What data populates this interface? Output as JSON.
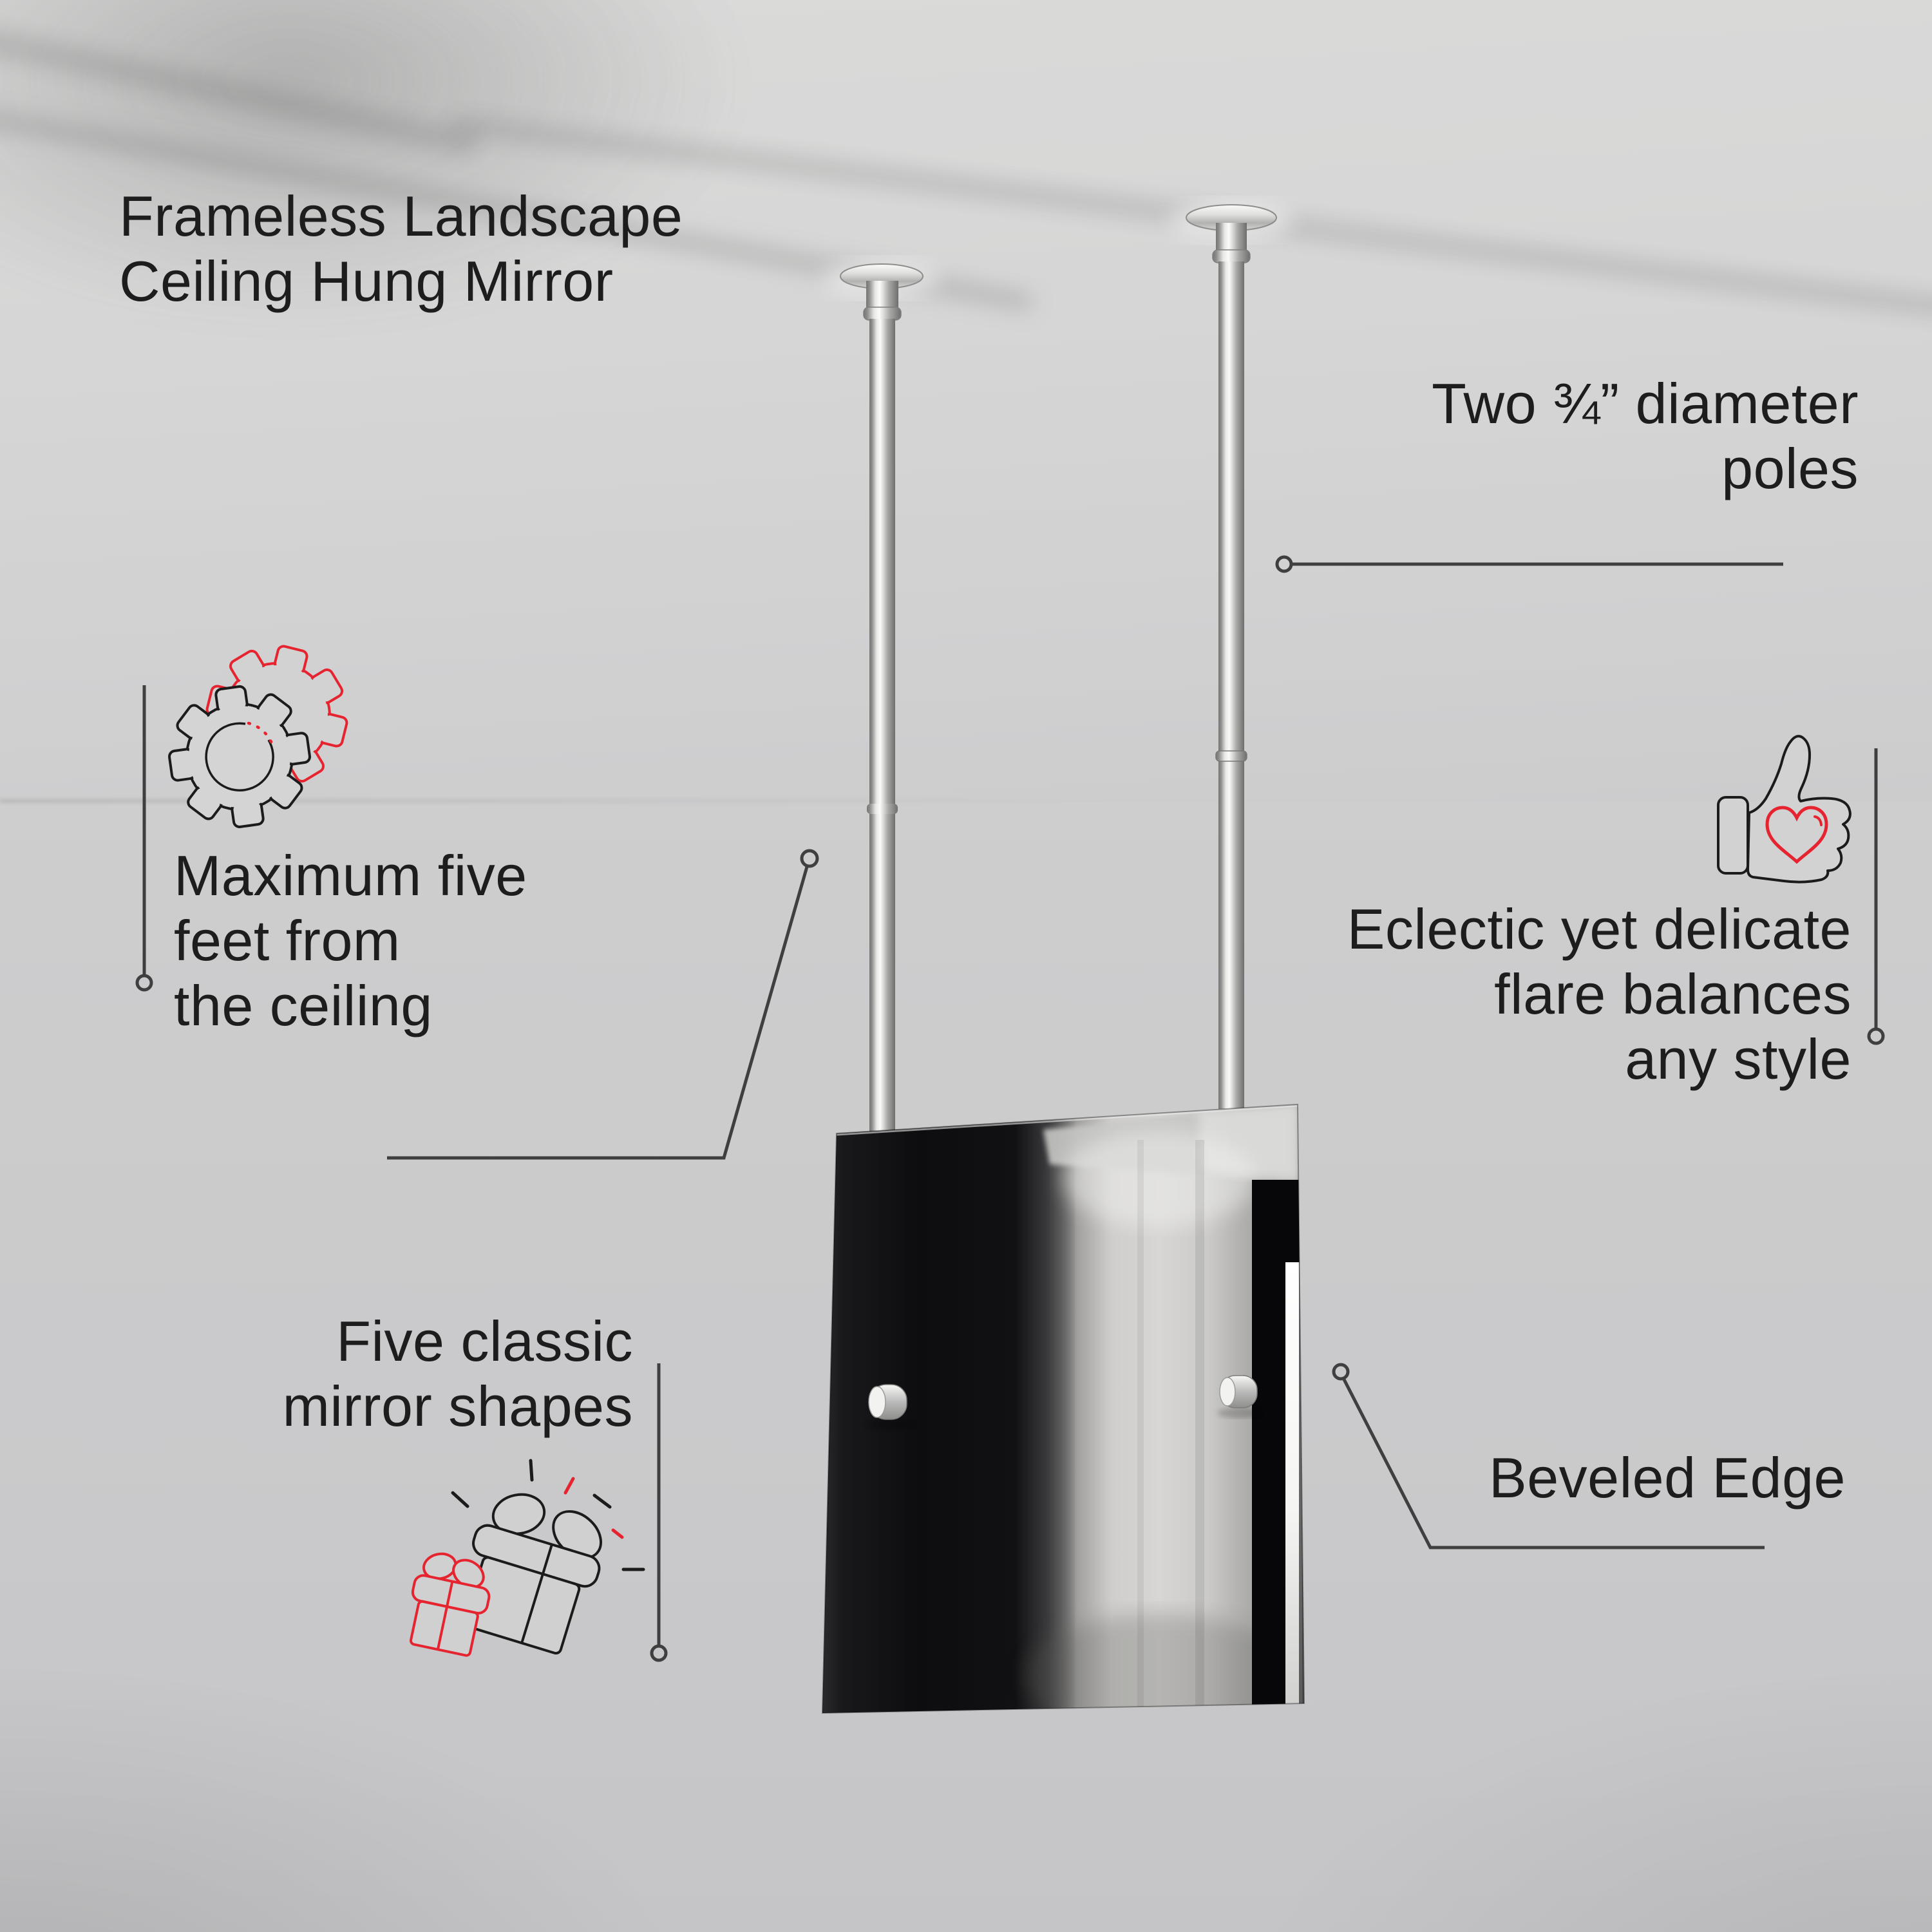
{
  "title": {
    "lines": [
      "Frameless Landscape",
      "Ceiling Hung Mirror"
    ]
  },
  "callouts": {
    "poles": {
      "lines": [
        "Two ¾” diameter",
        "poles"
      ]
    },
    "max_distance": {
      "lines": [
        "Maximum five",
        "feet from",
        "the ceiling"
      ],
      "icon": "gear-icon"
    },
    "style_flare": {
      "lines": [
        "Eclectic yet delicate",
        "flare balances",
        "any style"
      ],
      "icon": "thumbs-up-heart-icon"
    },
    "mirror_shapes": {
      "lines": [
        "Five classic",
        "mirror shapes"
      ],
      "icon": "gift-icon"
    },
    "beveled_edge": {
      "lines": [
        "Beveled Edge"
      ]
    }
  },
  "colors": {
    "background": "#cbcbcd",
    "ceiling": "#d6d6d6",
    "text": "#1d1d1d",
    "leader_line": "#3f3f3f",
    "accent_red": "#e62430",
    "chrome_light": "#f4f4f2",
    "chrome_dark": "#8b8b89"
  }
}
